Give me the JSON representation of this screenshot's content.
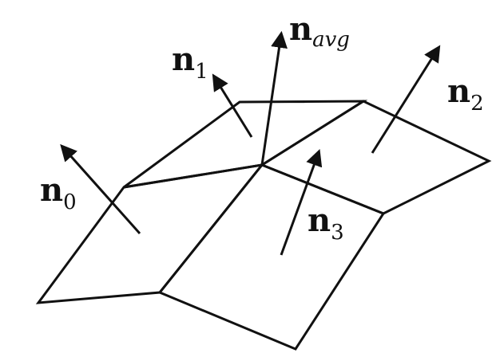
{
  "labels": {
    "n0": {
      "base": "n",
      "sub": "0"
    },
    "n1": {
      "base": "n",
      "sub": "1"
    },
    "navg": {
      "base": "n",
      "sub": "avg"
    },
    "n2": {
      "base": "n",
      "sub": "2"
    },
    "n3": {
      "base": "n",
      "sub": "3"
    }
  },
  "colors": {
    "stroke": "#111111",
    "background": "#ffffff"
  }
}
